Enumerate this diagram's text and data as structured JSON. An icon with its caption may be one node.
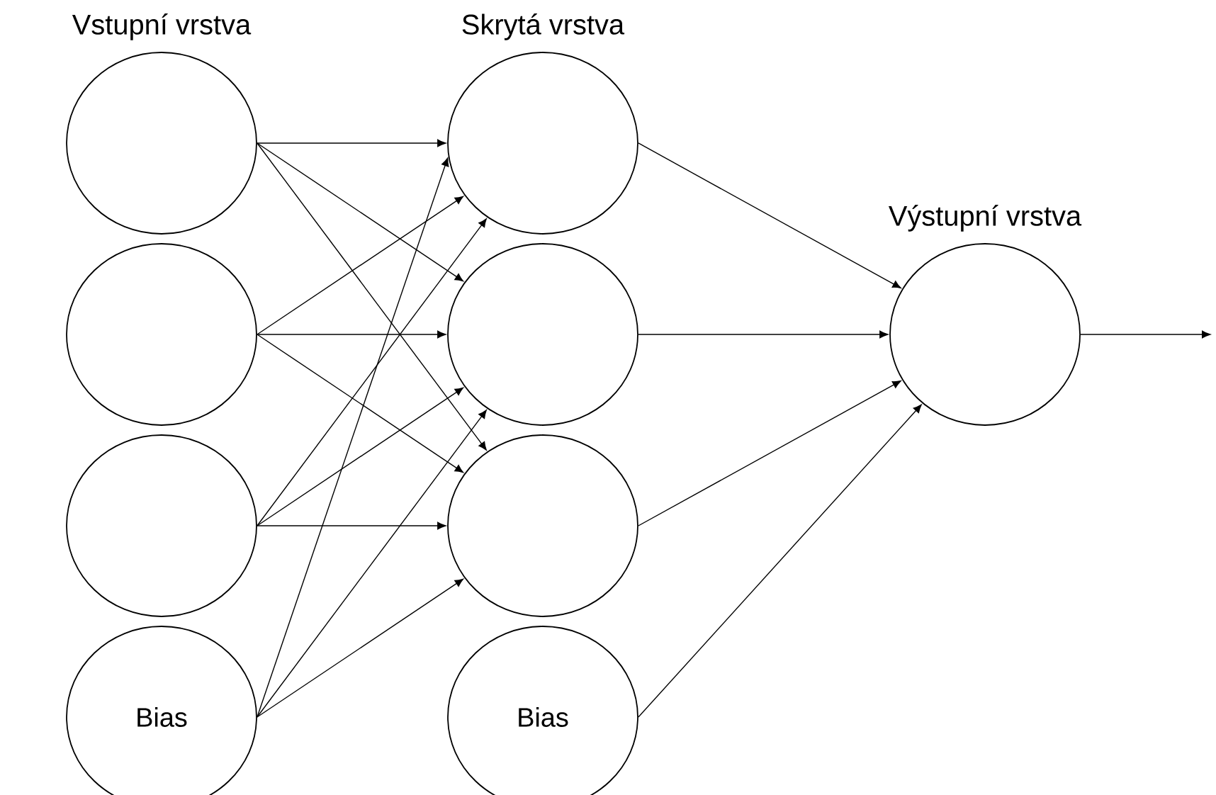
{
  "diagram": {
    "nodes": [
      {
        "text": [],
        "shape": "circle",
        "beside": [
          "Vstupní vrstva"
        ]
      },
      {
        "text": [],
        "shape": "circle"
      },
      {
        "text": [],
        "shape": "circle"
      },
      {
        "text": [
          "Bias"
        ]
      },
      {
        "text": [],
        "shape": "circle",
        "beside": [
          "Skrytá vrstva"
        ]
      },
      {
        "text": [],
        "shape": "circle"
      },
      {
        "text": [],
        "shape": "circle"
      },
      {
        "text": [
          "Bias"
        ]
      },
      {
        "text": [],
        "shape": "circle",
        "beside": [
          "Výstupní vrstva"
        ]
      }
    ],
    "edges": [
      {
        "from": 0,
        "to": 4,
        "arrow": "to"
      },
      {
        "from": 0,
        "to": 5,
        "arrow": "to"
      },
      {
        "from": 0,
        "to": 6,
        "arrow": "to"
      },
      {
        "from": 1,
        "to": 4,
        "arrow": "to"
      },
      {
        "from": 1,
        "to": 5,
        "arrow": "to"
      },
      {
        "from": 1,
        "to": 6,
        "arrow": "to"
      },
      {
        "from": 2,
        "to": 4,
        "arrow": "to"
      },
      {
        "from": 2,
        "to": 5,
        "arrow": "to"
      },
      {
        "from": 2,
        "to": 6,
        "arrow": "to"
      },
      {
        "from": 3,
        "to": 4,
        "arrow": "to"
      },
      {
        "from": 3,
        "to": 5,
        "arrow": "to"
      },
      {
        "from": 3,
        "to": 6,
        "arrow": "to"
      },
      {
        "from": 4,
        "to": 8,
        "arrow": "to"
      },
      {
        "from": 5,
        "to": 8,
        "arrow": "to"
      },
      {
        "from": 6,
        "to": 8,
        "arrow": "to"
      },
      {
        "from": 7,
        "to": 8,
        "arrow": "to"
      },
      {
        "from": 8,
        "to": null,
        "arrow": "to"
      }
    ]
  }
}
